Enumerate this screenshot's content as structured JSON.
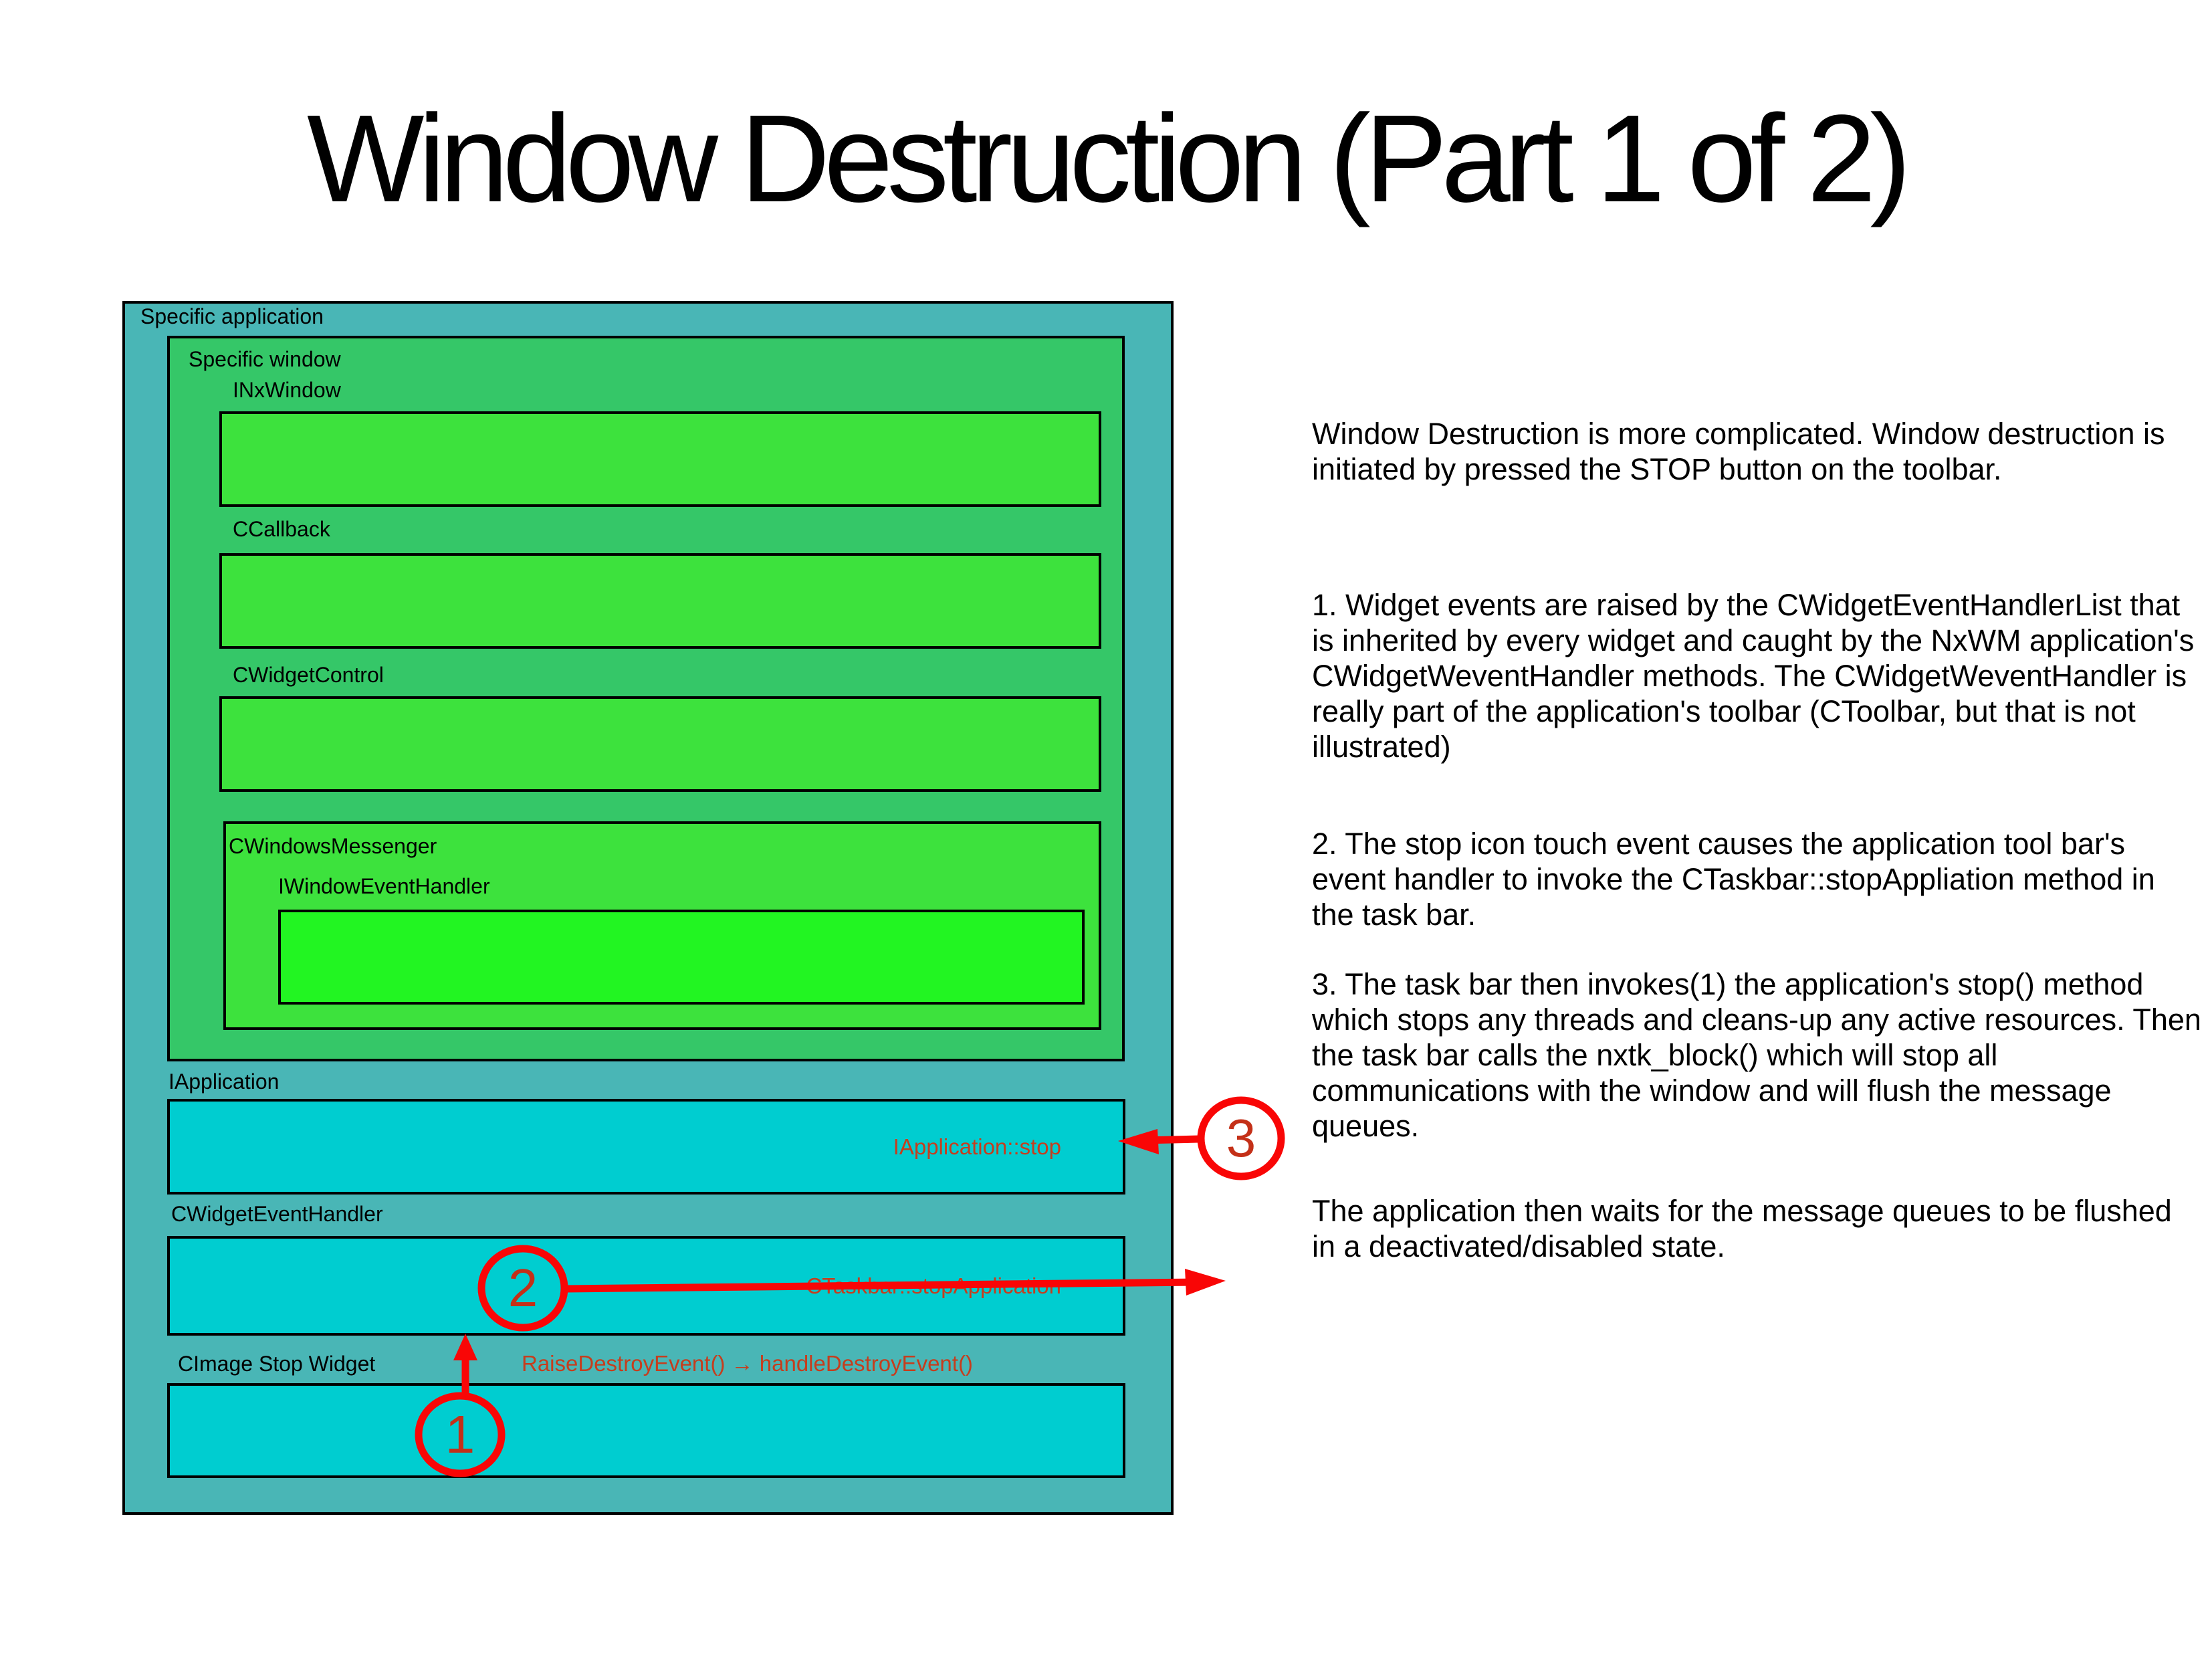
{
  "title": "Window Destruction (Part 1 of 2)",
  "diagram": {
    "labels": {
      "specific_application": "Specific application",
      "specific_window": "Specific window",
      "inxwindow": "INxWindow",
      "ccallback": "CCallback",
      "cwidgetcontrol": "CWidgetControl",
      "cwindowsmessenger": "CWindowsMessenger",
      "iwindoweventhandler": "IWindowEventHandler",
      "iapplication": "IApplication",
      "cwidgeteventhandler": "CWidgetEventHandler",
      "cimage_stop_widget": "CImage Stop Widget"
    },
    "method_labels": {
      "iapplication_stop": "IApplication::stop",
      "ctaskbar_stopapplication": "CTaskbar::stopApplication",
      "raise_destroy_event": "RaiseDestroyEvent() → handleDestroyEvent()"
    },
    "callouts": [
      {
        "number": "1"
      },
      {
        "number": "2"
      },
      {
        "number": "3"
      }
    ],
    "colors": {
      "application_fill": "#49b6b6",
      "window_fill": "#35c768",
      "inner_box_fill": "#3de23d",
      "innermost_box_fill": "#22f522",
      "cyan_box_fill": "#00cdd0",
      "annotation_red": "#f90606",
      "method_text_red": "#c63d1d",
      "border_black": "#000000"
    }
  },
  "notes": {
    "paragraphs": [
      "Window Destruction is more complicated.  Window destruction is initiated by pressed the STOP button on the toolbar.",
      "1. Widget events are raised by the CWidgetEventHandlerList that is inherited by every widget and caught by the NxWM application's CWidgetWeventHandler methods.  The CWidgetWeventHandler is really part of the application's toolbar (CToolbar, but that is not illustrated)",
      "2. The stop icon touch event causes the application tool bar's event handler to invoke the CTaskbar::stopAppliation method in the task bar.",
      "3. The task bar then invokes(1) the application's stop() method which stops any threads and cleans-up any active resources.  Then the task bar calls  the nxtk_block() which will stop all communications with the window and will flush the message queues.",
      "The application then waits for the message queues to be flushed in a deactivated/disabled state."
    ]
  }
}
